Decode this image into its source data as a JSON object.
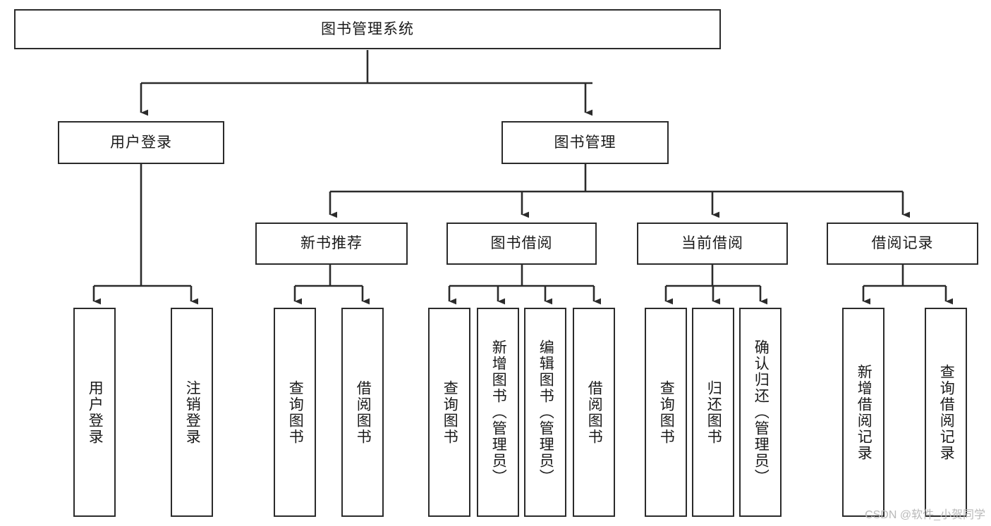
{
  "diagram": {
    "title": "图书管理系统",
    "type": "hierarchy-tree",
    "watermark": "CSDN @软件_小贺同学",
    "colors": {
      "box_border": "#2b2b2b",
      "box_fill": "#ffffff",
      "connector": "#2b2b2b",
      "text": "#1a1a1a",
      "watermark": "#b9b9b9"
    },
    "levels": {
      "root": {
        "label": "图书管理系统"
      },
      "level2": [
        {
          "label": "用户登录"
        },
        {
          "label": "图书管理"
        }
      ],
      "level3": [
        {
          "label": "新书推荐"
        },
        {
          "label": "图书借阅"
        },
        {
          "label": "当前借阅"
        },
        {
          "label": "借阅记录"
        }
      ],
      "leaves": [
        {
          "label": "用户登录",
          "parent": "用户登录"
        },
        {
          "label": "注销登录",
          "parent": "用户登录"
        },
        {
          "label": "查询图书",
          "parent": "新书推荐"
        },
        {
          "label": "借阅图书",
          "parent": "新书推荐"
        },
        {
          "label": "查询图书",
          "parent": "图书借阅"
        },
        {
          "label": "新增图书（管理员）",
          "parent": "图书借阅"
        },
        {
          "label": "编辑图书（管理员）",
          "parent": "图书借阅"
        },
        {
          "label": "借阅图书",
          "parent": "图书借阅"
        },
        {
          "label": "查询图书",
          "parent": "当前借阅"
        },
        {
          "label": "归还图书",
          "parent": "当前借阅"
        },
        {
          "label": "确认归还（管理员）",
          "parent": "当前借阅"
        },
        {
          "label": "新增借阅记录",
          "parent": "借阅记录"
        },
        {
          "label": "查询借阅记录",
          "parent": "借阅记录"
        }
      ]
    }
  }
}
